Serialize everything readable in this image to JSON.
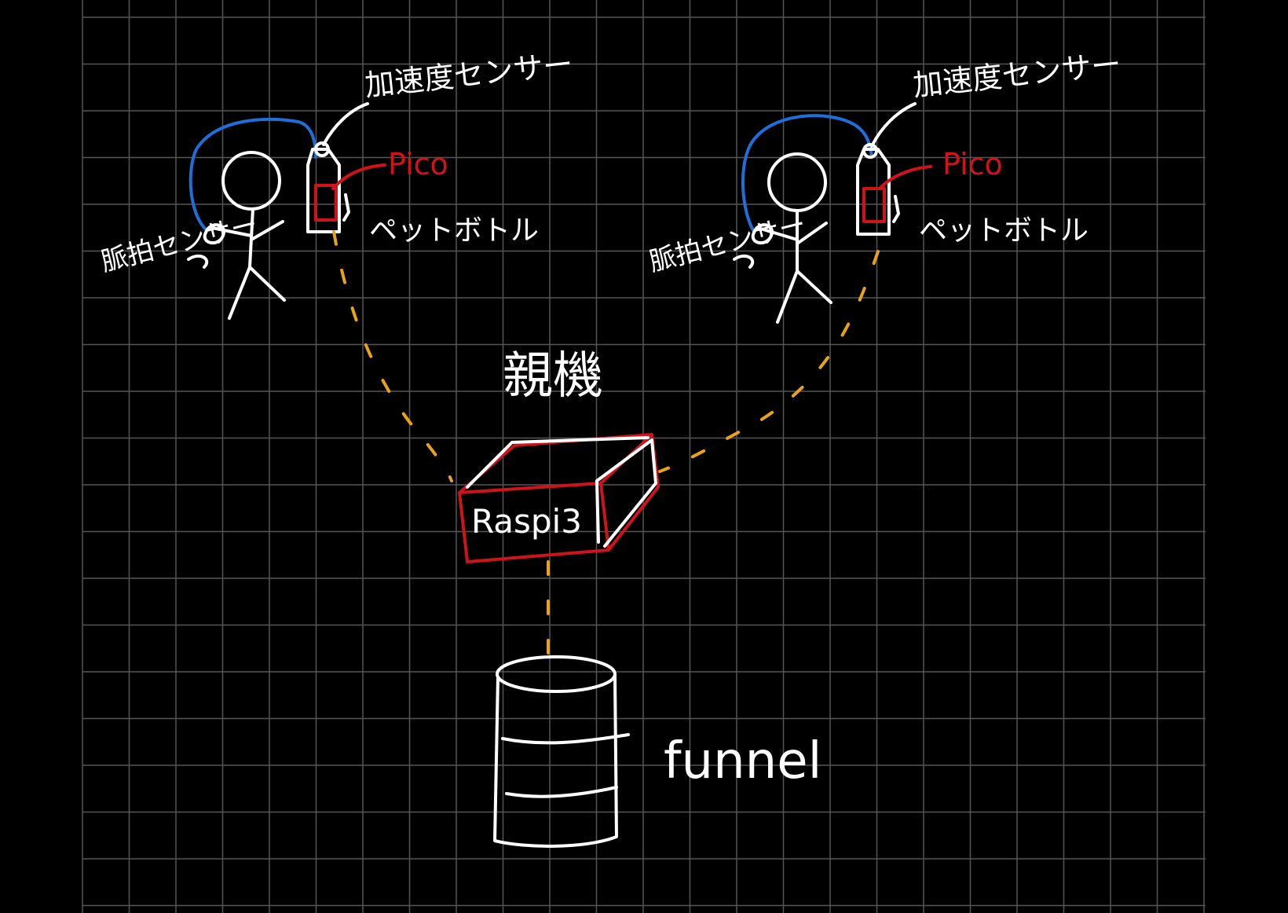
{
  "colors": {
    "background": "#000000",
    "grid": "#555555",
    "ink": "#ffffff",
    "sensor_wire": "#1e6fd9",
    "device": "#d0121b",
    "wireless_link": "#e8a317"
  },
  "left_unit": {
    "accel_sensor_label": "加速度センサー",
    "pico_label": "Pico",
    "bottle_label": "ペットボトル",
    "heart_rate_sensor_label": "脈拍センサー"
  },
  "right_unit": {
    "accel_sensor_label": "加速度センサー",
    "pico_label": "Pico",
    "bottle_label": "ペットボトル",
    "heart_rate_sensor_label": "脈拍センサー"
  },
  "hub": {
    "title": "親機",
    "device_label": "Raspi3"
  },
  "database": {
    "label": "funnel"
  }
}
